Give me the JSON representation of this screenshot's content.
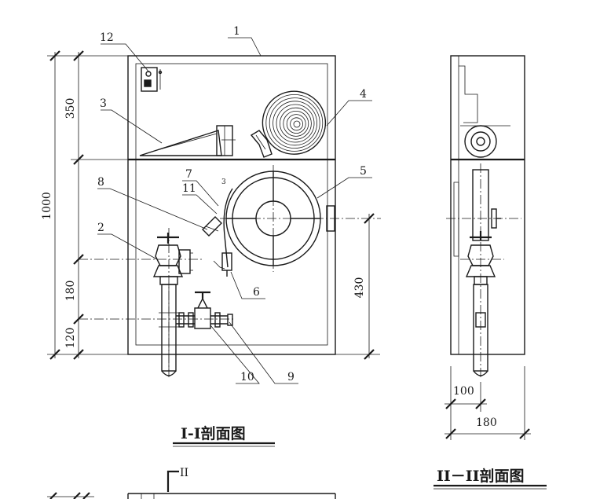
{
  "views": {
    "front": {
      "caption": "I-I剖面图",
      "callouts": [
        "1",
        "2",
        "3",
        "4",
        "5",
        "6",
        "7",
        "8",
        "9",
        "10",
        "11",
        "12"
      ],
      "dimensions": {
        "upper": "350",
        "total": "1000",
        "valve": "180",
        "bottom": "120",
        "right": "430"
      },
      "minor_mark": "3"
    },
    "side": {
      "caption": "II－II剖面图",
      "dimensions": {
        "depth_inner": "100",
        "depth_total": "180"
      }
    },
    "section_marker": "II"
  }
}
